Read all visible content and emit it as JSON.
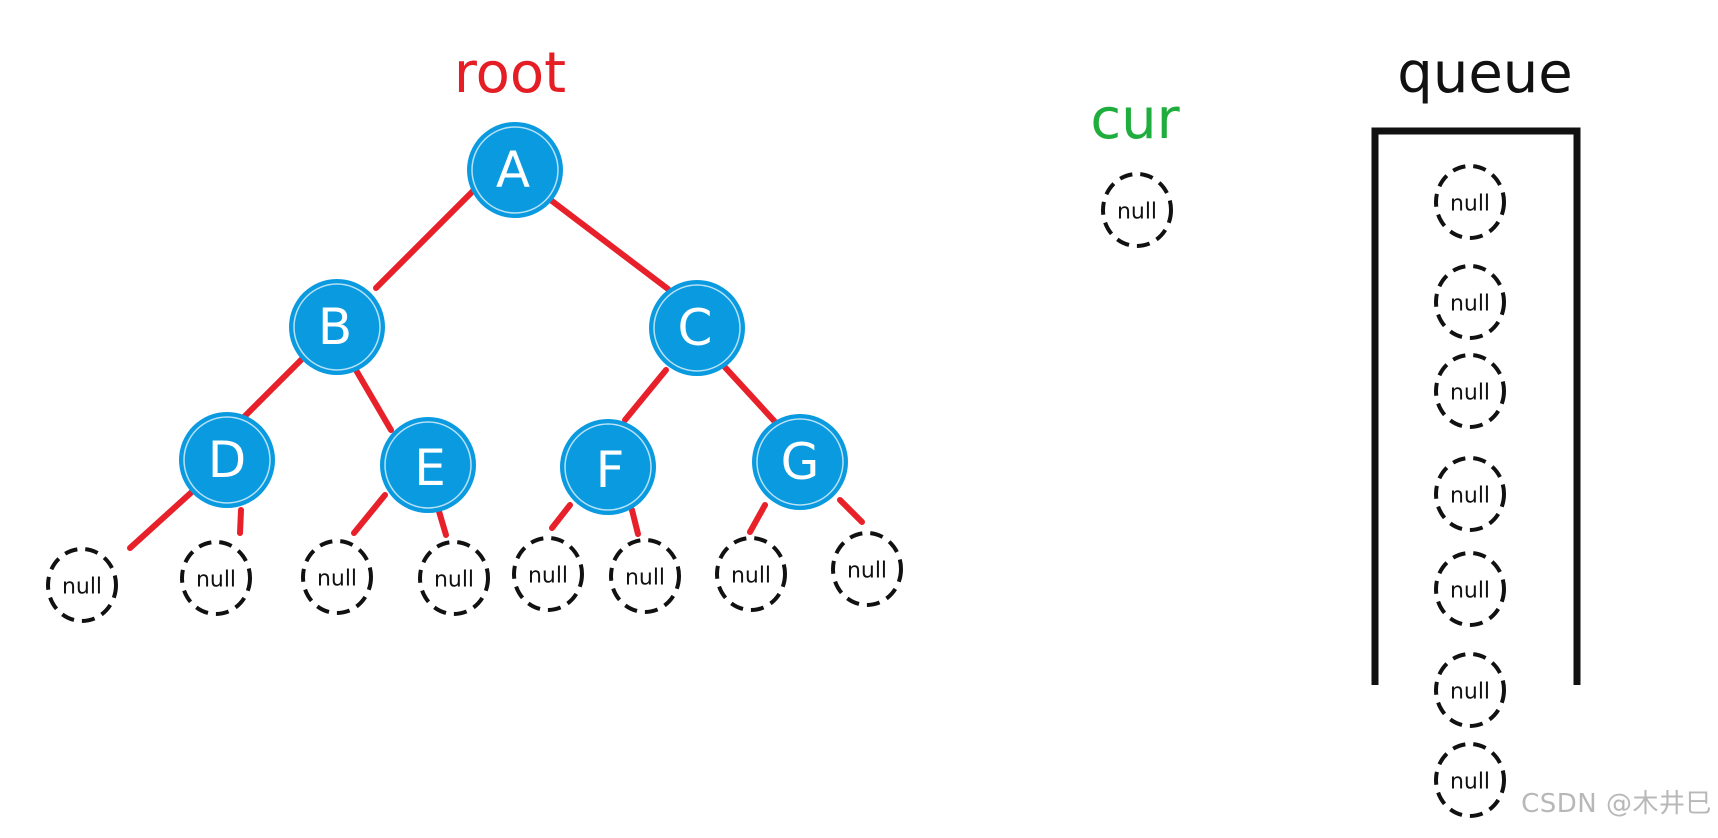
{
  "labels": {
    "root": "root",
    "cur": "cur",
    "queue": "queue"
  },
  "colors": {
    "node_fill": "#0a9ae0",
    "edge": "#e8202a",
    "root_label": "#e51d25",
    "cur_label": "#1fae3e",
    "queue_label": "#111111"
  },
  "tree": {
    "nodes": [
      {
        "id": "A",
        "label": "A"
      },
      {
        "id": "B",
        "label": "B"
      },
      {
        "id": "C",
        "label": "C"
      },
      {
        "id": "D",
        "label": "D"
      },
      {
        "id": "E",
        "label": "E"
      },
      {
        "id": "F",
        "label": "F"
      },
      {
        "id": "G",
        "label": "G"
      }
    ],
    "edges": [
      {
        "from": "A",
        "to": "B"
      },
      {
        "from": "A",
        "to": "C"
      },
      {
        "from": "B",
        "to": "D"
      },
      {
        "from": "B",
        "to": "E"
      },
      {
        "from": "C",
        "to": "F"
      },
      {
        "from": "C",
        "to": "G"
      }
    ],
    "null_leaves": [
      {
        "parent": "D",
        "label": "null"
      },
      {
        "parent": "D",
        "label": "null"
      },
      {
        "parent": "E",
        "label": "null"
      },
      {
        "parent": "E",
        "label": "null"
      },
      {
        "parent": "F",
        "label": "null"
      },
      {
        "parent": "F",
        "label": "null"
      },
      {
        "parent": "G",
        "label": "null"
      },
      {
        "parent": "G",
        "label": "null"
      }
    ]
  },
  "cur_node": {
    "label": "null"
  },
  "queue_items": [
    "null",
    "null",
    "null",
    "null",
    "null",
    "null",
    "null"
  ],
  "watermark": "CSDN @木井巳"
}
